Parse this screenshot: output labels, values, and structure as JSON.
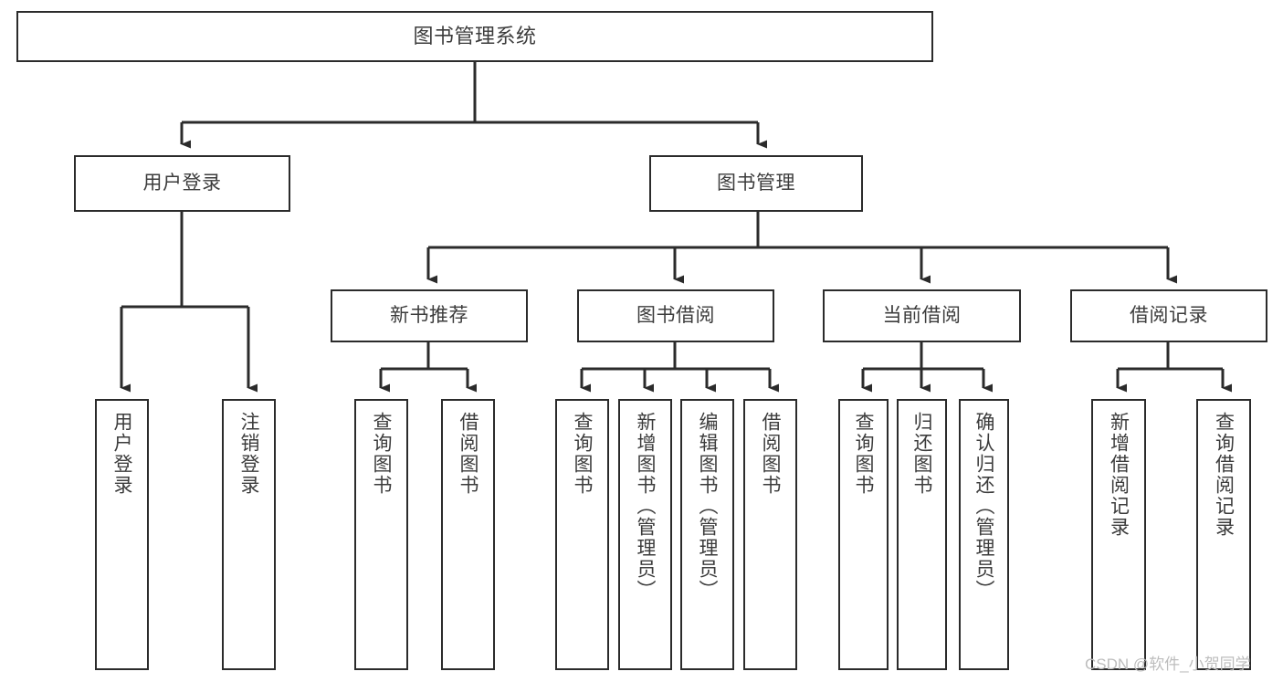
{
  "diagram": {
    "type": "tree",
    "title": "图书管理系统",
    "orientation": "top-down",
    "colors": {
      "box_border": "#2b2b2b",
      "box_fill": "#ffffff",
      "text": "#3c3c3c",
      "connector": "#2b2b2b",
      "watermark": "#bdbdbd",
      "background": "#ffffff"
    },
    "levels": {
      "level0": [
        "图书管理系统"
      ],
      "level1": [
        "用户登录",
        "图书管理"
      ],
      "level2": [
        "新书推荐",
        "图书借阅",
        "当前借阅",
        "借阅记录"
      ],
      "level3": [
        "用户登录",
        "注销登录",
        "查询图书",
        "借阅图书",
        "查询图书",
        "新增图书（管理员）",
        "编辑图书（管理员）",
        "借阅图书",
        "查询图书",
        "归还图书",
        "确认归还（管理员）",
        "新增借阅记录",
        "查询借阅记录"
      ]
    },
    "nodes": {
      "root": {
        "label": "图书管理系统"
      },
      "user_login": {
        "label": "用户登录"
      },
      "book_manage": {
        "label": "图书管理"
      },
      "new_book_rec": {
        "label": "新书推荐"
      },
      "book_borrow": {
        "label": "图书借阅"
      },
      "current_borrow": {
        "label": "当前借阅"
      },
      "borrow_record": {
        "label": "借阅记录"
      },
      "leaf_user_login": {
        "label": "用户登录"
      },
      "leaf_logout": {
        "label": "注销登录"
      },
      "leaf_query_book_1": {
        "label": "查询图书"
      },
      "leaf_borrow_book_1": {
        "label": "借阅图书"
      },
      "leaf_query_book_2": {
        "label": "查询图书"
      },
      "leaf_add_book": {
        "label": "新增图书（管理员）"
      },
      "leaf_edit_book": {
        "label": "编辑图书（管理员）"
      },
      "leaf_borrow_book_2": {
        "label": "借阅图书"
      },
      "leaf_query_book_3": {
        "label": "查询图书"
      },
      "leaf_return_book": {
        "label": "归还图书"
      },
      "leaf_confirm_return": {
        "label": "确认归还（管理员）"
      },
      "leaf_add_record": {
        "label": "新增借阅记录"
      },
      "leaf_query_record": {
        "label": "查询借阅记录"
      }
    },
    "edges": [
      {
        "from": "root",
        "to": "user_login"
      },
      {
        "from": "root",
        "to": "book_manage"
      },
      {
        "from": "user_login",
        "to": "leaf_user_login"
      },
      {
        "from": "user_login",
        "to": "leaf_logout"
      },
      {
        "from": "book_manage",
        "to": "new_book_rec"
      },
      {
        "from": "book_manage",
        "to": "book_borrow"
      },
      {
        "from": "book_manage",
        "to": "current_borrow"
      },
      {
        "from": "book_manage",
        "to": "borrow_record"
      },
      {
        "from": "new_book_rec",
        "to": "leaf_query_book_1"
      },
      {
        "from": "new_book_rec",
        "to": "leaf_borrow_book_1"
      },
      {
        "from": "book_borrow",
        "to": "leaf_query_book_2"
      },
      {
        "from": "book_borrow",
        "to": "leaf_add_book"
      },
      {
        "from": "book_borrow",
        "to": "leaf_edit_book"
      },
      {
        "from": "book_borrow",
        "to": "leaf_borrow_book_2"
      },
      {
        "from": "current_borrow",
        "to": "leaf_query_book_3"
      },
      {
        "from": "current_borrow",
        "to": "leaf_return_book"
      },
      {
        "from": "current_borrow",
        "to": "leaf_confirm_return"
      },
      {
        "from": "borrow_record",
        "to": "leaf_add_record"
      },
      {
        "from": "borrow_record",
        "to": "leaf_query_record"
      }
    ]
  },
  "watermark": {
    "text": "CSDN @软件_小贺同学"
  }
}
